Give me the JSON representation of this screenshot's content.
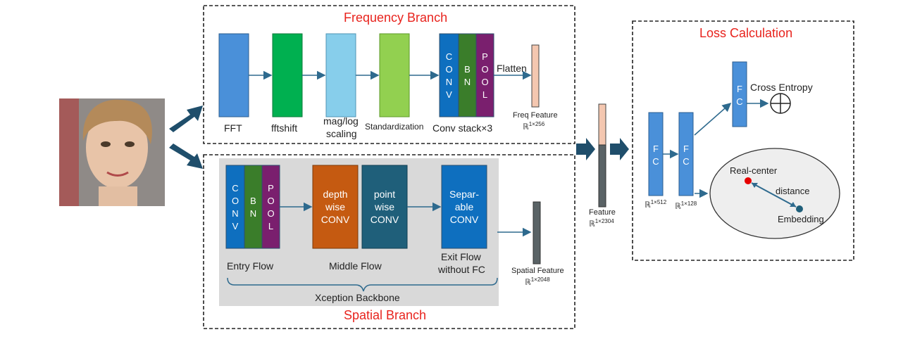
{
  "titles": {
    "frequency_branch": "Frequency Branch",
    "spatial_branch": "Spatial Branch",
    "loss_calculation": "Loss Calculation"
  },
  "frequency_branch": {
    "steps": [
      "FFT",
      "fftshift",
      "mag/log",
      "scaling",
      "Standardization",
      "Conv stack×3"
    ],
    "conv_letters": [
      "C",
      "O",
      "N",
      "V"
    ],
    "bn_letters": [
      "B",
      "N"
    ],
    "pool_letters": [
      "P",
      "O",
      "O",
      "L"
    ],
    "flatten": "Flatten",
    "feature_label": "Freq Feature",
    "feature_dim": "ℝ1×256"
  },
  "spatial_branch": {
    "conv_letters": [
      "C",
      "O",
      "N",
      "V"
    ],
    "bn_letters": [
      "B",
      "N"
    ],
    "pool_letters": [
      "P",
      "O",
      "O",
      "L"
    ],
    "depthwise": [
      "depth",
      "wise",
      "CONV"
    ],
    "pointwise": [
      "point",
      "wise",
      "CONV"
    ],
    "separable": [
      "Separ-",
      "able",
      "CONV"
    ],
    "entry_flow": "Entry Flow",
    "middle_flow": "Middle Flow",
    "exit_flow_1": "Exit Flow",
    "exit_flow_2": "without FC",
    "backbone": "Xception Backbone",
    "feature_label": "Spatial Feature",
    "feature_dim": "ℝ1×2048"
  },
  "fusion": {
    "feature_label": "Feature",
    "feature_dim": "ℝ1×2304"
  },
  "loss": {
    "fc_letters": [
      "F",
      "C"
    ],
    "fc1_dim": "ℝ1×512",
    "fc2_dim": "ℝ1×128",
    "cross_entropy": "Cross Entropy",
    "real_center": "Real-center",
    "distance": "distance",
    "embedding": "Embedding"
  },
  "colors": {
    "title_red": "#e8231d",
    "fft": "#4a90d9",
    "fftshift": "#00b050",
    "maglog": "#87ceeb",
    "standardization": "#92d050",
    "conv": "#0e6fbf",
    "bn": "#3a7d2a",
    "pool": "#7a1f6e",
    "orange": "#c55a11",
    "teal": "#1f5f7a",
    "sep": "#0e6fbf",
    "arrow": "#2e6a8e",
    "freq_feature": "#f4c7b0",
    "spatial_feature": "#5a6366",
    "gray_panel": "#d9d9d9",
    "ellipse": "#eeeeee"
  }
}
